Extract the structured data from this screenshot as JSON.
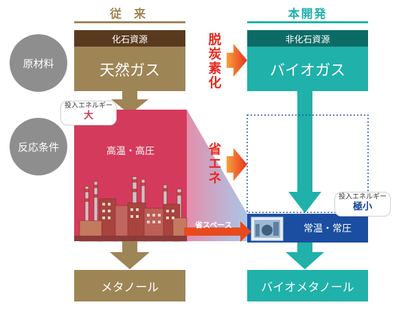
{
  "headers": {
    "conventional": "従 来",
    "new_development": "本開発"
  },
  "row_labels": {
    "raw_material": "原材料",
    "reaction_conditions": "反応条件"
  },
  "conventional": {
    "source_type": "化石資源",
    "material": "天然ガス",
    "conditions": "高温・高圧",
    "energy_input_label": "投入エネルギー",
    "energy_input_value": "大",
    "product": "メタノール"
  },
  "new_development": {
    "source_type": "非化石資源",
    "material": "バイオガス",
    "conditions": "常温・常圧",
    "energy_input_label": "投入エネルギー",
    "energy_input_value": "極小",
    "product": "バイオメタノール"
  },
  "benefits": {
    "decarbonization": "脱炭素化",
    "energy_saving": "省エネ",
    "space_saving": "省スペース"
  },
  "colors": {
    "conventional_brown": "#9e8556",
    "conventional_dark": "#5a3a1f",
    "conventional_red": "#d43a5c",
    "new_teal": "#1fb1aa",
    "new_teal_dark": "#0d6b66",
    "new_blue": "#1b4ea0",
    "arrow_orange": "#ec5a1c",
    "label_gray": "#8e8e8e"
  }
}
